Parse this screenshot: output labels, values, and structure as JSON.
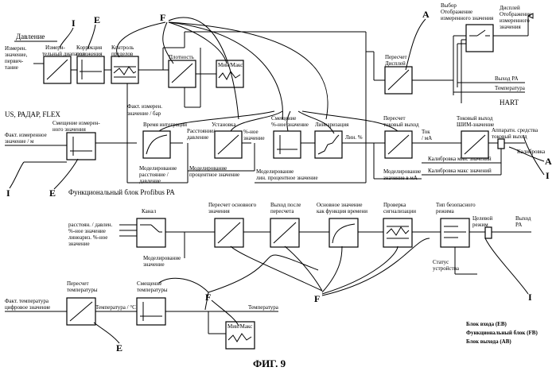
{
  "figure_caption": "ФИГ. 9",
  "callouts": {
    "E": "E",
    "F": "F",
    "I": "I",
    "A": "A"
  },
  "sections": {
    "pressure": "Давление",
    "us_radar_flex": "US, РАДАР, FLEX",
    "profibus": "Функциональный блок Profibus PA",
    "hart": "HART"
  },
  "legend": {
    "eb": "Блок входа (ЕВ)",
    "fb": "Функциональный блок (FB)",
    "ab": "Блок выхода (AB)"
  },
  "top_labels": {
    "measured_value": "Измерен. значение, первич-тение",
    "measure_range": "Измери-тельный диапазон",
    "position_correction": "Коррекция положения",
    "limit_control": "Контроль пределов",
    "density": "Плотность",
    "minmax": "Мин/Макс",
    "fact_value": "Факт. измерен. значение / бар",
    "display_recalc": "Пересчет Дисплей",
    "select_display": "Выбор Отображение измеренного значения",
    "display_show": "Дисплей Отображение измеренного значения",
    "output_pa": "Выход PA",
    "temperature": "Температура"
  },
  "mid_labels": {
    "fact_value_m": "Факт. измеренное значение / м",
    "offset_measured": "Смещение измерен-ного значения",
    "integration_time": "Время интеграции",
    "distance_pressure": "Расстояние / давление",
    "setup": "Установка",
    "percent_value": "%-ное значение",
    "offset_percent": "Смещение %-ное значение",
    "linearization": "Линеаризация",
    "lin_percent": "Лин. %",
    "recalc_current": "Пересчет токовый выход",
    "current_ma": "Ток / мА",
    "current_output": "Токовый выход ШИМ-значение",
    "hardware_current": "Аппаратн. средства токовый выход",
    "calibration": "Калибровка",
    "cal_min": "Калибровка мин. значений",
    "cal_max": "Калибровка макс значений",
    "model_distance": "Моделирование расстояние / давление",
    "model_percent": "Моделирование процентное значение",
    "model_lin": "Моделирование лин. процентное значение",
    "model_ma": "Моделирование значение в мА"
  },
  "bottom_labels": {
    "inputs": "расстоян. / давлен. %-ное значение линеариз. %-ное значение",
    "channel": "Канал",
    "recalc_main": "Пересчет основного значения",
    "output_after": "Выход после пересчета",
    "main_time": "Основное значение как функция времени",
    "check_signal": "Проверка сигнализации",
    "safe_mode": "Тип безопасного режима",
    "target_mode": "Целевой режим",
    "output_pa": "Выход PA",
    "model_value": "Моделирование значение",
    "device_status": "Статус устройства",
    "fact_temp": "Факт. температура цифровое значение",
    "recalc_temp": "Пересчет температуры",
    "offset_temp": "Смещение температуры",
    "temp_c": "Температура / °C",
    "temperature": "Температура",
    "minmax": "Мин/Макс"
  }
}
